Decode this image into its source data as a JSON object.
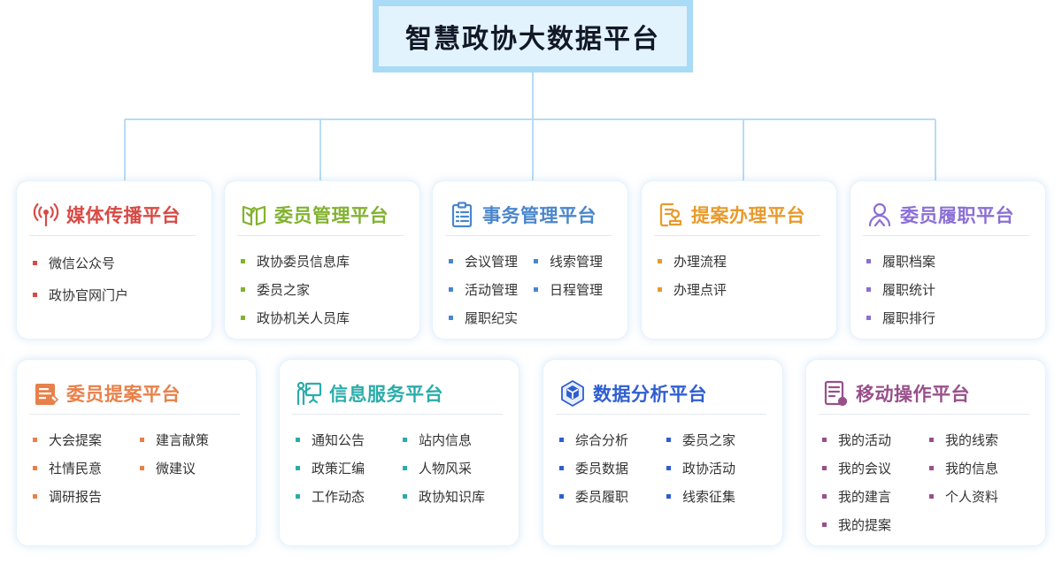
{
  "root_title": "智慧政协大数据平台",
  "platforms": [
    {
      "title": "媒体传播平台",
      "color": "#d84a45",
      "icon": "signal-broadcast-icon",
      "columns": 1,
      "items": [
        "微信公众号",
        "政协官网门户"
      ]
    },
    {
      "title": "委员管理平台",
      "color": "#82b22f",
      "icon": "open-book-icon",
      "columns": 1,
      "items": [
        "政协委员信息库",
        "委员之家",
        "政协机关人员库"
      ]
    },
    {
      "title": "事务管理平台",
      "color": "#4a86cc",
      "icon": "clipboard-list-icon",
      "columns": 2,
      "items": [
        "会议管理",
        "线索管理",
        "活动管理",
        "日程管理",
        "履职纪实"
      ]
    },
    {
      "title": "提案办理平台",
      "color": "#e89a2c",
      "icon": "document-approval-icon",
      "columns": 1,
      "items": [
        "办理流程",
        "办理点评"
      ]
    },
    {
      "title": "委员履职平台",
      "color": "#8b6fd6",
      "icon": "user-profile-icon",
      "columns": 1,
      "items": [
        "履职档案",
        "履职统计",
        "履职排行"
      ]
    },
    {
      "title": "委员提案平台",
      "color": "#e8804a",
      "icon": "proposal-document-icon",
      "columns": 2,
      "items": [
        "大会提案",
        "建言献策",
        "社情民意",
        "微建议",
        "调研报告"
      ]
    },
    {
      "title": "信息服务平台",
      "color": "#2aacaa",
      "icon": "presentation-person-icon",
      "columns": 2,
      "items": [
        "通知公告",
        "站内信息",
        "政策汇编",
        "人物风采",
        "工作动态",
        "政协知识库"
      ]
    },
    {
      "title": "数据分析平台",
      "color": "#2f5ed1",
      "icon": "data-cube-icon",
      "columns": 2,
      "items": [
        "综合分析",
        "委员之家",
        "委员数据",
        "政协活动",
        "委员履职",
        "线索征集"
      ]
    },
    {
      "title": "移动操作平台",
      "color": "#98508a",
      "icon": "mobile-form-icon",
      "columns": 2,
      "items": [
        "我的活动",
        "我的线索",
        "我的会议",
        "我的信息",
        "我的建言",
        "个人资料",
        "我的提案"
      ]
    }
  ]
}
